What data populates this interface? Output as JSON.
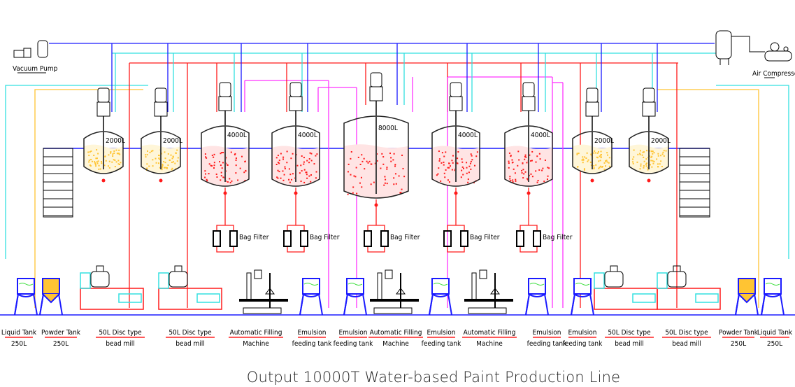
{
  "title": "Output 10000T Water-based Paint Production Line",
  "vacuum_pump": "Vacuum Pump",
  "air_compressor": "Air Compressor",
  "bag_filter": "Bag Filter",
  "tanks": [
    {
      "volume": "2000L",
      "fill": "yellow"
    },
    {
      "volume": "2000L",
      "fill": "yellow"
    },
    {
      "volume": "4000L",
      "fill": "red"
    },
    {
      "volume": "4000L",
      "fill": "red"
    },
    {
      "volume": "8000L",
      "fill": "red"
    },
    {
      "volume": "4000L",
      "fill": "red"
    },
    {
      "volume": "4000L",
      "fill": "red"
    },
    {
      "volume": "2000L",
      "fill": "yellow"
    },
    {
      "volume": "2000L",
      "fill": "yellow"
    }
  ],
  "equipment_labels": [
    {
      "line1": "Liquid Tank",
      "line2": "250L"
    },
    {
      "line1": "Powder Tank",
      "line2": "250L"
    },
    {
      "line1": "50L Disc type",
      "line2": "bead mill"
    },
    {
      "line1": "50L Disc type",
      "line2": "bead mill"
    },
    {
      "line1": "Automatic Filling",
      "line2": "Machine"
    },
    {
      "line1": "Emulsion",
      "line2": "feeding tank"
    },
    {
      "line1": "Emulsion",
      "line2": "feeding tank"
    },
    {
      "line1": "Automatic Filling",
      "line2": "Machine"
    },
    {
      "line1": "Emulsion",
      "line2": "feeding tank"
    },
    {
      "line1": "Automatic Filling",
      "line2": "Machine"
    },
    {
      "line1": "Emulsion",
      "line2": "feeding tank"
    },
    {
      "line1": "Emulsion",
      "line2": "feeding tank"
    },
    {
      "line1": "50L Disc type",
      "line2": "bead mill"
    },
    {
      "line1": "50L Disc type",
      "line2": "bead mill"
    },
    {
      "line1": "Powder Tank",
      "line2": "250L"
    },
    {
      "line1": "Liquid Tank",
      "line2": "250L"
    }
  ],
  "colors": {
    "vacuum": "#1a1aff",
    "water": "#33e0e0",
    "product": "#ff1a1a",
    "emulsion": "#ff33ff",
    "powder": "#ffc433",
    "equipment": "#111111",
    "liquid": "#33dd33"
  }
}
